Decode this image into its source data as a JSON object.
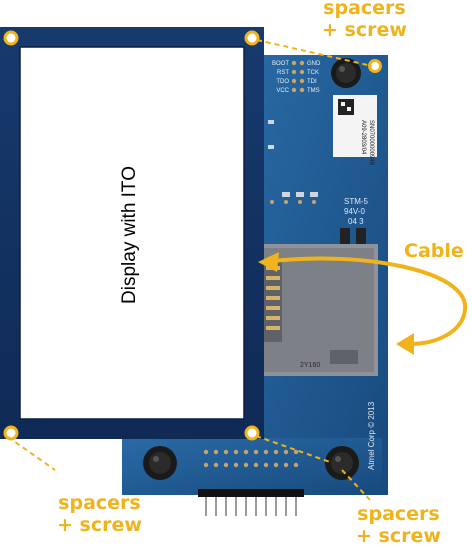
{
  "display": {
    "label": "Display with ITO"
  },
  "callouts": {
    "top_right": {
      "line1": "spacers",
      "line2": "+ screw"
    },
    "bottom_left": {
      "line1": "spacers",
      "line2": "+ screw"
    },
    "bottom_right": {
      "line1": "spacers",
      "line2": "+ screw"
    },
    "cable": "Cable"
  },
  "board": {
    "top_pins_left": [
      "BOOT",
      "RST",
      "TDO",
      "VCC"
    ],
    "top_pins_right": [
      "GND",
      "TCK",
      "TDI",
      "TMS"
    ],
    "part_number": "A09-2803/04",
    "serial_number": "SN07000000948",
    "stm_line1": "STM-5",
    "stm_line2": "94V-0",
    "stm_line3": "04 3",
    "copyright": "Atmel Corp © 2013",
    "connector_code": "2Y160"
  },
  "colors": {
    "accent": "#f1b31c",
    "pcb": "#1f5a93",
    "display_frame": "#13305f",
    "screen": "#ffffff"
  }
}
